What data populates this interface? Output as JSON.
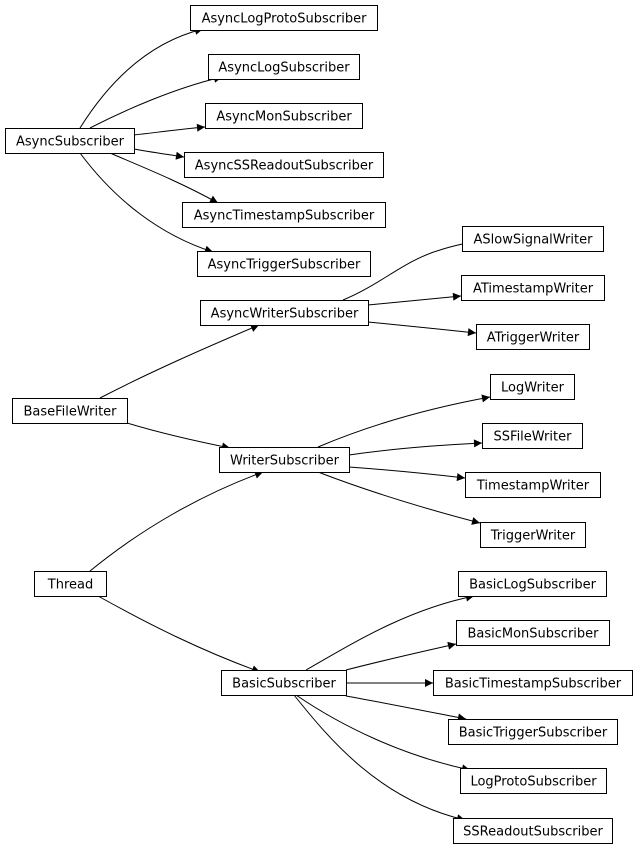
{
  "diagram": {
    "nodes": [
      {
        "id": "AsyncLogProtoSubscriber",
        "label": "AsyncLogProtoSubscriber"
      },
      {
        "id": "AsyncLogSubscriber",
        "label": "AsyncLogSubscriber"
      },
      {
        "id": "AsyncMonSubscriber",
        "label": "AsyncMonSubscriber"
      },
      {
        "id": "AsyncSubscriber",
        "label": "AsyncSubscriber"
      },
      {
        "id": "AsyncSSReadoutSubscriber",
        "label": "AsyncSSReadoutSubscriber"
      },
      {
        "id": "AsyncTimestampSubscriber",
        "label": "AsyncTimestampSubscriber"
      },
      {
        "id": "AsyncTriggerSubscriber",
        "label": "AsyncTriggerSubscriber"
      },
      {
        "id": "ASlowSignalWriter",
        "label": "ASlowSignalWriter"
      },
      {
        "id": "ATimestampWriter",
        "label": "ATimestampWriter"
      },
      {
        "id": "AsyncWriterSubscriber",
        "label": "AsyncWriterSubscriber"
      },
      {
        "id": "ATriggerWriter",
        "label": "ATriggerWriter"
      },
      {
        "id": "LogWriter",
        "label": "LogWriter"
      },
      {
        "id": "BaseFileWriter",
        "label": "BaseFileWriter"
      },
      {
        "id": "SSFileWriter",
        "label": "SSFileWriter"
      },
      {
        "id": "WriterSubscriber",
        "label": "WriterSubscriber"
      },
      {
        "id": "TimestampWriter",
        "label": "TimestampWriter"
      },
      {
        "id": "TriggerWriter",
        "label": "TriggerWriter"
      },
      {
        "id": "Thread",
        "label": "Thread"
      },
      {
        "id": "BasicLogSubscriber",
        "label": "BasicLogSubscriber"
      },
      {
        "id": "BasicMonSubscriber",
        "label": "BasicMonSubscriber"
      },
      {
        "id": "BasicSubscriber",
        "label": "BasicSubscriber"
      },
      {
        "id": "BasicTimestampSubscriber",
        "label": "BasicTimestampSubscriber"
      },
      {
        "id": "BasicTriggerSubscriber",
        "label": "BasicTriggerSubscriber"
      },
      {
        "id": "LogProtoSubscriber",
        "label": "LogProtoSubscriber"
      },
      {
        "id": "SSReadoutSubscriber",
        "label": "SSReadoutSubscriber"
      }
    ],
    "edges": [
      {
        "from": "AsyncSubscriber",
        "to": "AsyncLogProtoSubscriber"
      },
      {
        "from": "AsyncSubscriber",
        "to": "AsyncLogSubscriber"
      },
      {
        "from": "AsyncSubscriber",
        "to": "AsyncMonSubscriber"
      },
      {
        "from": "AsyncSubscriber",
        "to": "AsyncSSReadoutSubscriber"
      },
      {
        "from": "AsyncSubscriber",
        "to": "AsyncTimestampSubscriber"
      },
      {
        "from": "AsyncSubscriber",
        "to": "AsyncTriggerSubscriber"
      },
      {
        "from": "AsyncWriterSubscriber",
        "to": "ASlowSignalWriter"
      },
      {
        "from": "AsyncWriterSubscriber",
        "to": "ATimestampWriter"
      },
      {
        "from": "AsyncWriterSubscriber",
        "to": "ATriggerWriter"
      },
      {
        "from": "BaseFileWriter",
        "to": "AsyncWriterSubscriber"
      },
      {
        "from": "BaseFileWriter",
        "to": "WriterSubscriber"
      },
      {
        "from": "WriterSubscriber",
        "to": "LogWriter"
      },
      {
        "from": "WriterSubscriber",
        "to": "SSFileWriter"
      },
      {
        "from": "WriterSubscriber",
        "to": "TimestampWriter"
      },
      {
        "from": "WriterSubscriber",
        "to": "TriggerWriter"
      },
      {
        "from": "Thread",
        "to": "WriterSubscriber"
      },
      {
        "from": "Thread",
        "to": "BasicSubscriber"
      },
      {
        "from": "BasicSubscriber",
        "to": "BasicLogSubscriber"
      },
      {
        "from": "BasicSubscriber",
        "to": "BasicMonSubscriber"
      },
      {
        "from": "BasicSubscriber",
        "to": "BasicTimestampSubscriber"
      },
      {
        "from": "BasicSubscriber",
        "to": "BasicTriggerSubscriber"
      },
      {
        "from": "BasicSubscriber",
        "to": "LogProtoSubscriber"
      },
      {
        "from": "BasicSubscriber",
        "to": "SSReadoutSubscriber"
      }
    ]
  }
}
